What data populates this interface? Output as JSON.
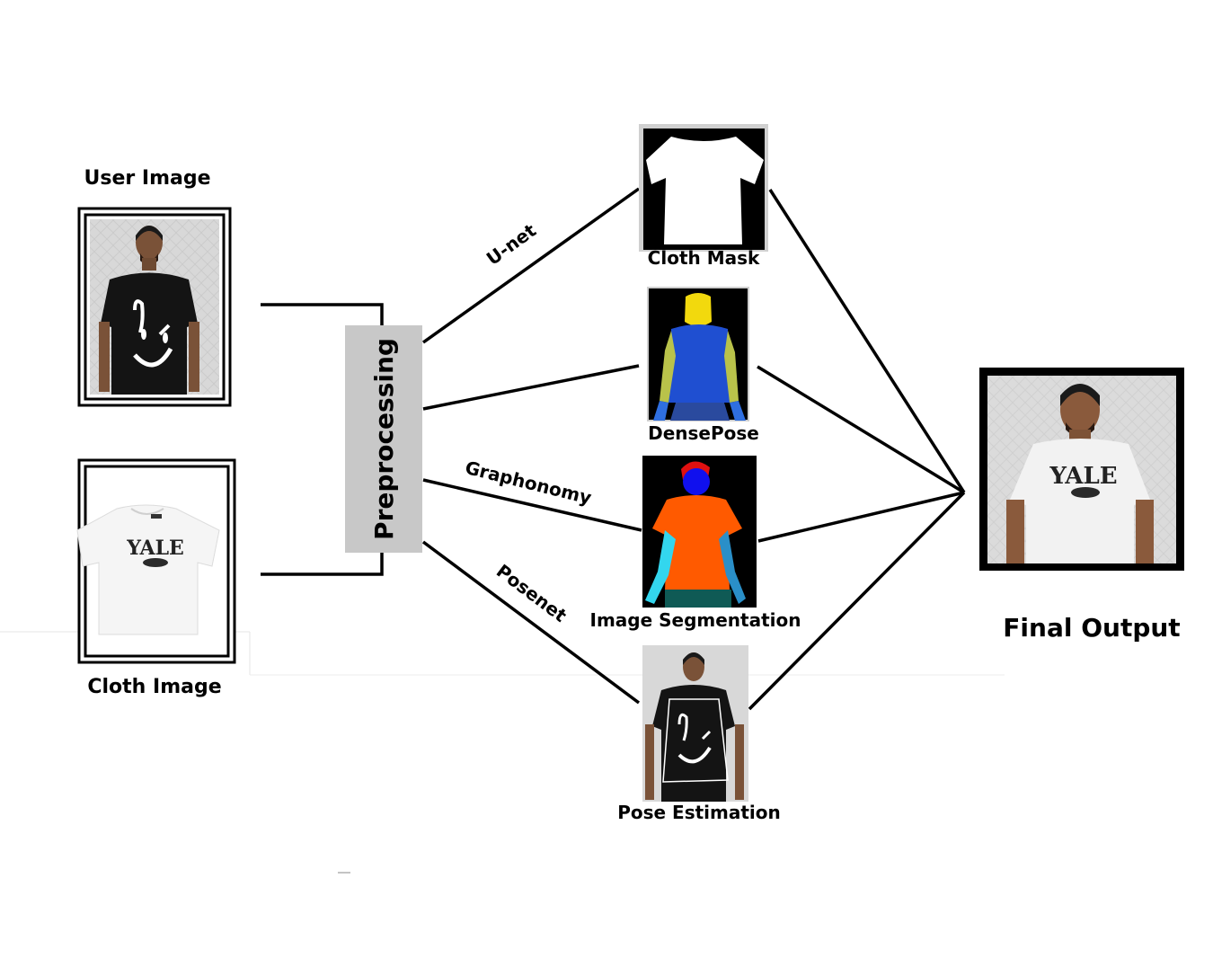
{
  "inputs": {
    "user_image_label": "User Image",
    "cloth_image_label": "Cloth Image"
  },
  "preprocessing": {
    "label": "Preprocessing"
  },
  "edge_labels": {
    "unet": "U-net",
    "graphonomy": "Graphonomy",
    "posenet": "Posenet"
  },
  "intermediate": {
    "cloth_mask": "Cloth Mask",
    "densepose": "DensePose",
    "segmentation": "Image Segmentation",
    "pose": "Pose Estimation"
  },
  "output": {
    "final_label": "Final Output",
    "shirt_text": "YALE"
  },
  "cloth_shirt_text": "YALE",
  "colors": {
    "line": "#000000",
    "preprocessing_box": "#c8c8c8",
    "densepose_head": "#f2d90d",
    "densepose_torso": "#1f4fd1",
    "densepose_arm": "#e6c51f",
    "densepose_hand": "#2f6fe0",
    "segmentation_hair": "#e01010",
    "segmentation_face": "#1010ee",
    "segmentation_torso": "#ff5a00",
    "segmentation_arm": "#33d6ee",
    "segmentation_pants": "#0f5a55"
  }
}
